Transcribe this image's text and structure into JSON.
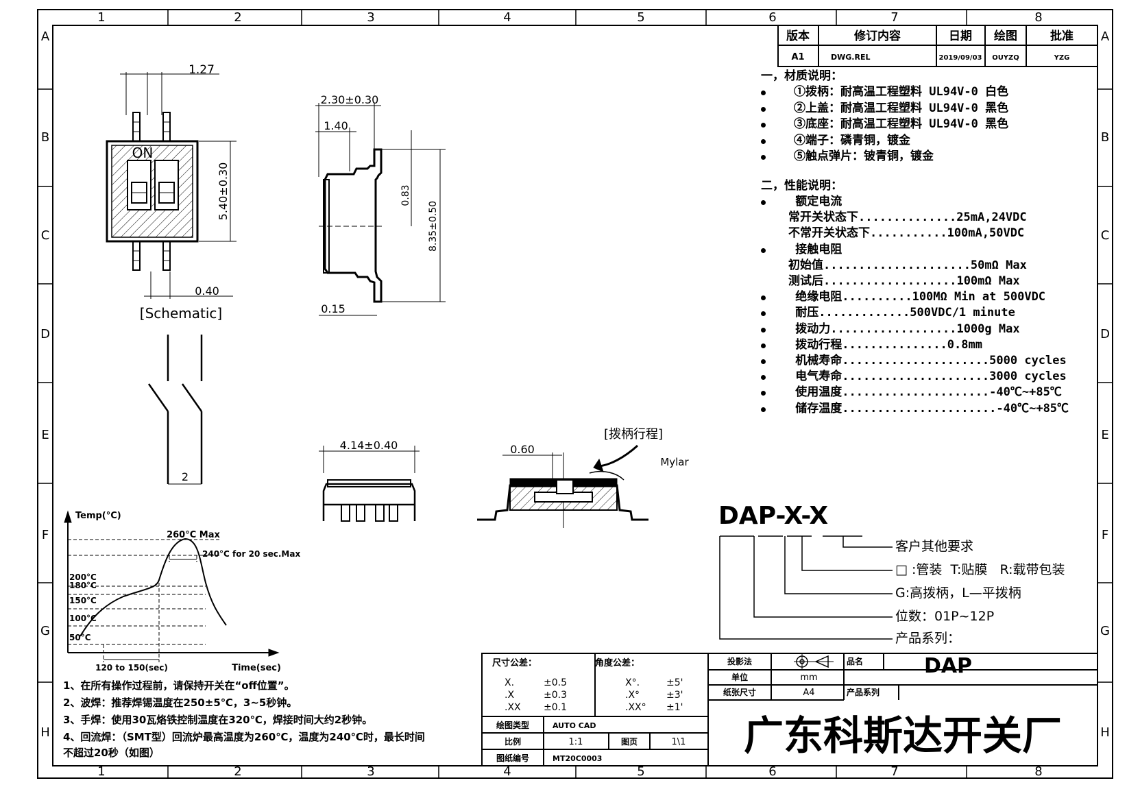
{
  "frame": {
    "col_labels": [
      "1",
      "2",
      "3",
      "4",
      "5",
      "6",
      "7",
      "8"
    ],
    "row_labels": [
      "A",
      "B",
      "C",
      "D",
      "E",
      "F",
      "G",
      "H"
    ]
  },
  "revision_table": {
    "headers": [
      "版本",
      "修订内容",
      "日期",
      "绘图",
      "批准"
    ],
    "row": [
      "A1",
      "DWG.REL",
      "2019/09/03",
      "OUYZQ",
      "YZG"
    ]
  },
  "materials": {
    "title": "一，材质说明：",
    "items": [
      "①拨柄：耐高温工程塑料 UL94V-0 白色",
      "②上盖：耐高温工程塑料 UL94V-0 黑色",
      "③底座：耐高温工程塑料 UL94V-0 黑色",
      "④端子：磷青铜，镀金",
      "⑤触点弹片：铍青铜，镀金"
    ]
  },
  "performance": {
    "title": "二，性能说明：",
    "lines": [
      {
        "bullet": true,
        "text": " 额定电流"
      },
      {
        "bullet": false,
        "text": "常开关状态下..............25mA,24VDC"
      },
      {
        "bullet": false,
        "text": "不常开关状态下...........100mA,50VDC"
      },
      {
        "bullet": true,
        "text": " 接触电阻"
      },
      {
        "bullet": false,
        "text": "初始值.....................50mΩ Max"
      },
      {
        "bullet": false,
        "text": "测试后...................100mΩ Max"
      },
      {
        "bullet": true,
        "text": " 绝缘电阻..........100MΩ Min at 500VDC"
      },
      {
        "bullet": true,
        "text": " 耐压.............500VDC/1 minute"
      },
      {
        "bullet": true,
        "text": " 拨动力..................1000g Max"
      },
      {
        "bullet": true,
        "text": " 拨动行程...............0.8mm"
      },
      {
        "bullet": true,
        "text": " 机械寿命.....................5000 cycles"
      },
      {
        "bullet": true,
        "text": " 电气寿命.....................3000 cycles"
      },
      {
        "bullet": true,
        "text": " 使用温度.....................-40℃~+85℃"
      },
      {
        "bullet": true,
        "text": " 储存温度......................-40℃~+85℃"
      }
    ]
  },
  "top_view": {
    "dim_pitch": "1.27",
    "dim_height": "5.40±0.30",
    "dim_lead": "0.40",
    "on_label": "ON",
    "schematic_label": "[Schematic]"
  },
  "side_view": {
    "dim_width": "2.30±0.30",
    "dim_body": "1.40",
    "dim_lead_h": "0.83",
    "dim_total": "8.35±0.50",
    "dim_thick": "0.15"
  },
  "schematic": {
    "dim": "2"
  },
  "front_view": {
    "dim": "4.14±0.40"
  },
  "section_view": {
    "dim": "0.60",
    "travel_label": "[拨柄行程]",
    "mylar_label": "Mylar"
  },
  "reflow_chart": {
    "y_title": "Temp(°C)",
    "x_title": "Time(sec)",
    "peak_label": "260°C Max",
    "hold_label": "240°C for 20 sec.Max",
    "temps": [
      "200°C",
      "180°C",
      "150°C",
      "100°C",
      "50°C"
    ],
    "preheat_label": "120 to 150(sec)"
  },
  "part_number": {
    "code": "DAP-X-X",
    "legend": [
      "客户其他要求",
      "□ :管装  T:贴膜   R:载带包装",
      "G:高拨柄，L—平拨柄",
      "位数：01P~12P",
      "产品系列："
    ]
  },
  "notes": [
    "1、在所有操作过程前，请保持开关在“off位置”。",
    "2、波焊：推荐焊锡温度在250±5℃，3~5秒钟。",
    "3、手焊：使用30瓦烙铁控制温度在320℃，焊接时间大约2秒钟。",
    "4、回流焊：（SMT型）回流炉最高温度为260℃，温度为240℃时，最长时间",
    "不超过20秒（如图）"
  ],
  "title_block": {
    "dim_tol_title": "尺寸公差：",
    "dim_tol": [
      [
        "X.",
        "±0.5"
      ],
      [
        ".X",
        "±0.3"
      ],
      [
        ".XX",
        "±0.1"
      ]
    ],
    "ang_tol_title": "角度公差：",
    "ang_tol": [
      [
        "X°.",
        "±5'"
      ],
      [
        ".X°",
        "±3'"
      ],
      [
        ".XX°",
        "±1'"
      ]
    ],
    "projection_label": "投影法",
    "unit_label": "单位",
    "unit_value": "mm",
    "paper_label": "纸张尺寸",
    "paper_value": "A4",
    "product_name_label": "品名",
    "product_name": "DAP",
    "product_series_label": "产品系列",
    "drawing_type_label": "绘图类型",
    "drawing_type": "AUTO CAD",
    "scale_label": "比例",
    "scale": "1:1",
    "page_label": "图页",
    "page": "1\\1",
    "drawing_no_label": "图纸编号",
    "drawing_no": "MT20C0003",
    "company": "广东科斯达开关厂"
  }
}
